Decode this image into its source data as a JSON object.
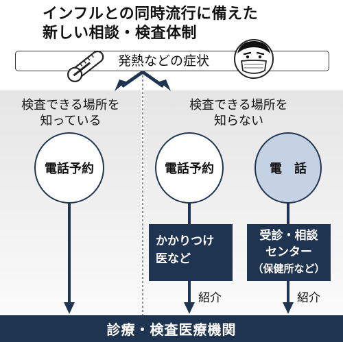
{
  "title": {
    "line1": "インフルとの同時流行に備えた",
    "line2": "新しい相談・検査体制"
  },
  "symptom": {
    "label": "発熱などの症状"
  },
  "branches": {
    "left": {
      "header_line1": "検査できる場所を",
      "header_line2": "知っている",
      "circle_label": "電話予約"
    },
    "right": {
      "header_line1": "検査できる場所を",
      "header_line2": "知らない",
      "circle_a_label": "電話予約",
      "circle_b_label": "電　話",
      "box_a_line1": "かかりつけ",
      "box_a_line2": "医など",
      "box_b_line1": "受診・相談",
      "box_b_line2": "センター",
      "box_b_line3": "（保健所など）",
      "referral_a": "紹介",
      "referral_b": "紹介"
    }
  },
  "destination": {
    "label": "診療・検査医療機関"
  },
  "colors": {
    "navy": "#1f3450",
    "circle_blue_fill": "#c5d2e3",
    "panel_gray": "#ececec"
  },
  "icons": {
    "thermometer": "thermometer-icon",
    "person": "masked-person-icon"
  }
}
